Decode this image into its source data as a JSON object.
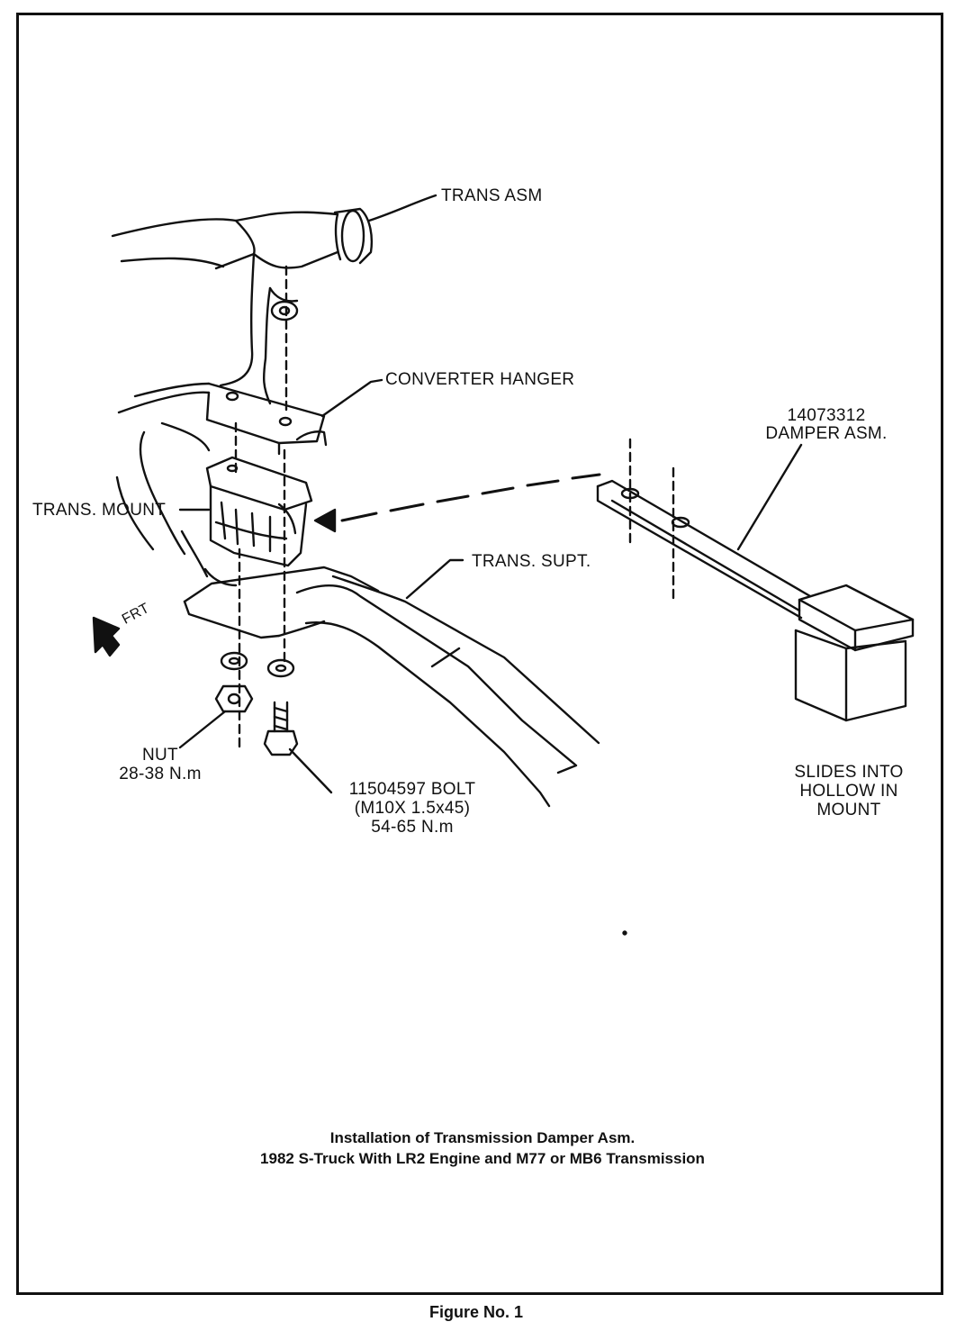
{
  "labels": {
    "trans_asm": "TRANS ASM",
    "converter_hanger": "CONVERTER HANGER",
    "damper_part_number": "14073312",
    "damper_asm": "DAMPER ASM.",
    "trans_mount": "TRANS. MOUNT",
    "trans_supt": "TRANS. SUPT.",
    "frt": "FRT",
    "nut": "NUT",
    "nut_torque": "28-38 N.m",
    "bolt": "11504597 BOLT",
    "bolt_spec": "(M10X 1.5x45)",
    "bolt_torque": "54-65 N.m",
    "slides_line1": "SLIDES INTO",
    "slides_line2": "HOLLOW IN",
    "slides_line3": "MOUNT"
  },
  "caption": {
    "line1": "Installation of Transmission Damper Asm.",
    "line2": "1982 S-Truck With LR2 Engine and M77 or MB6 Transmission"
  },
  "figure_number": "Figure No. 1"
}
